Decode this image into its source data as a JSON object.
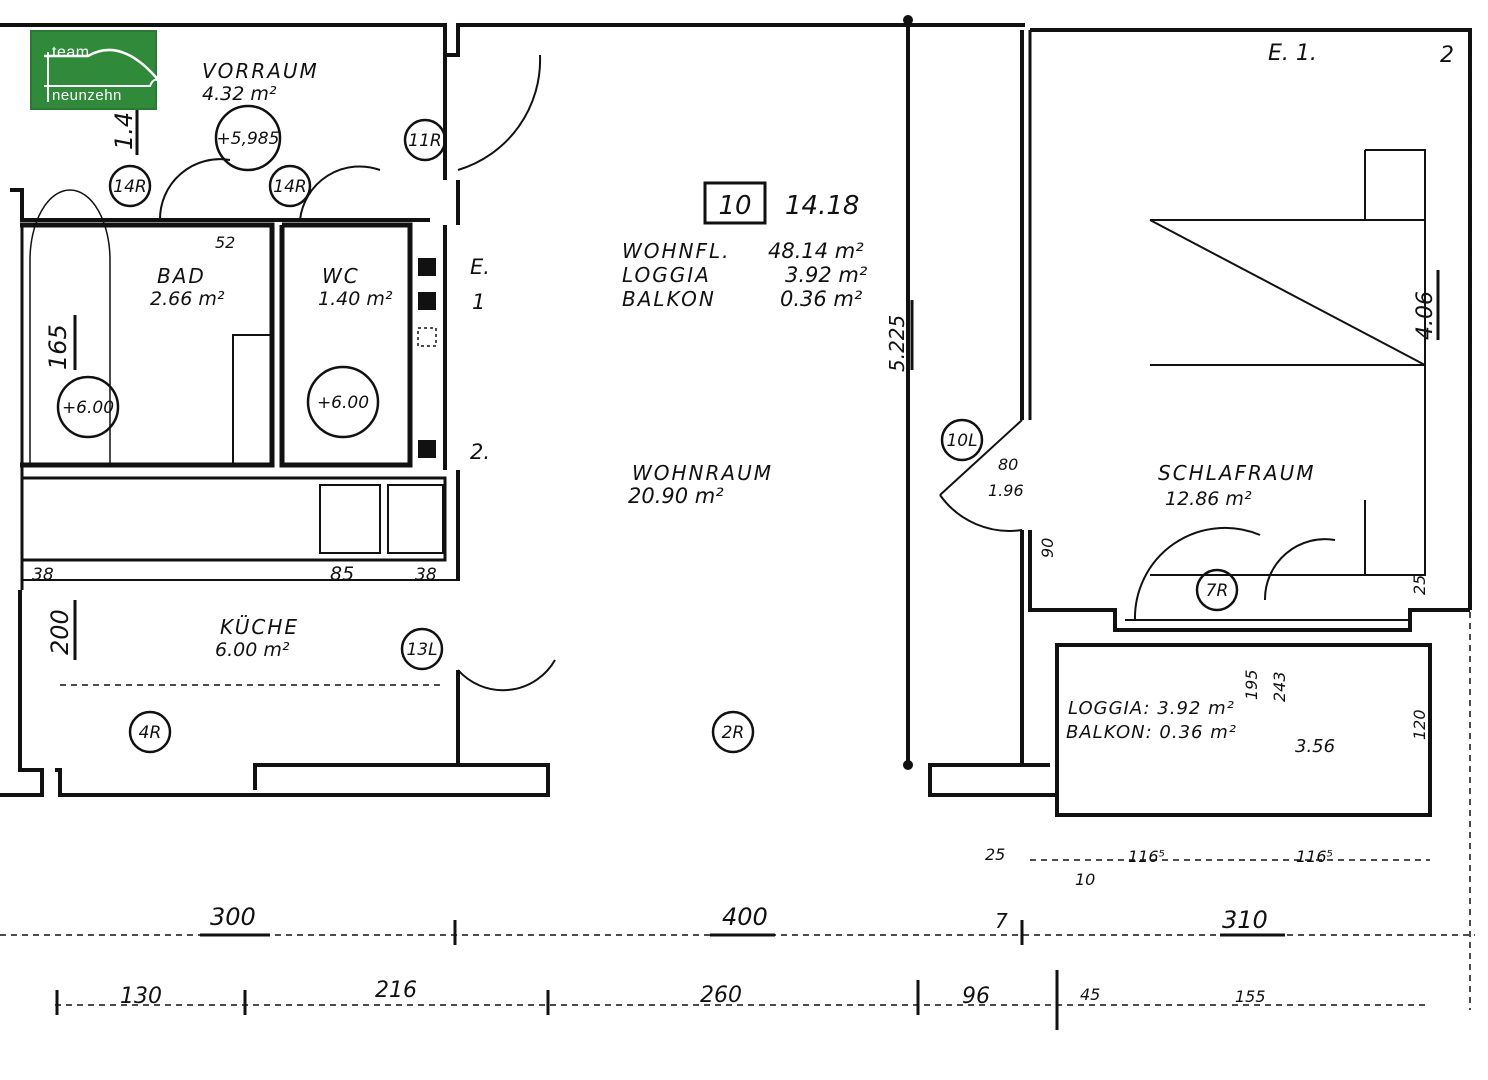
{
  "logo": {
    "line1": "team",
    "line2": "neunzehn",
    "color": "#2f8a3a"
  },
  "unit": {
    "number": "10",
    "code": "14.18",
    "summary": [
      {
        "label": "WOHNFL.",
        "value": "48.14 m²"
      },
      {
        "label": "LOGGIA",
        "value": "3.92 m²"
      },
      {
        "label": "BALKON",
        "value": "0.36 m²"
      }
    ]
  },
  "rooms": {
    "vorraum": {
      "name": "VORRAUM",
      "area": "4.32 m²"
    },
    "bad": {
      "name": "BAD",
      "area": "2.66 m²"
    },
    "wc": {
      "name": "WC",
      "area": "1.40 m²"
    },
    "wohnraum": {
      "name": "WOHNRAUM",
      "area": "20.90 m²"
    },
    "schlafraum": {
      "name": "SCHLAFRAUM",
      "area": "12.86 m²"
    },
    "kueche": {
      "name": "KÜCHE",
      "area": "6.00 m²"
    },
    "loggia": {
      "line1": "LOGGIA: 3.92 m²",
      "line2": "BALKON: 0.36 m²"
    }
  },
  "markers": [
    "+5,985",
    "11R",
    "14R",
    "14R",
    "+6.00",
    "+6.00",
    "10L",
    "7R",
    "13L",
    "4R",
    "2R"
  ],
  "labels": {
    "e1_top": "E. 1.",
    "num2_top": "2",
    "e_left": "E.",
    "n1": "1",
    "n2": "2."
  },
  "dimensions": {
    "bottom_main": [
      "300",
      "400",
      "310"
    ],
    "bottom_sub": [
      "130",
      "216",
      "260",
      "96"
    ],
    "left_vert": [
      "165",
      "200",
      "1.4"
    ],
    "right_vert": [
      "4.06",
      "5.225"
    ],
    "row_kitchen": [
      "38",
      "85",
      "38"
    ],
    "misc": [
      "52",
      "80",
      "1.96",
      "90",
      "195",
      "243",
      "3.56",
      "25",
      "10",
      "116⁵",
      "116⁵",
      "7",
      "45",
      "155",
      "120",
      "25"
    ]
  },
  "colors": {
    "line": "#111111",
    "logo_green": "#2f8a3a"
  }
}
